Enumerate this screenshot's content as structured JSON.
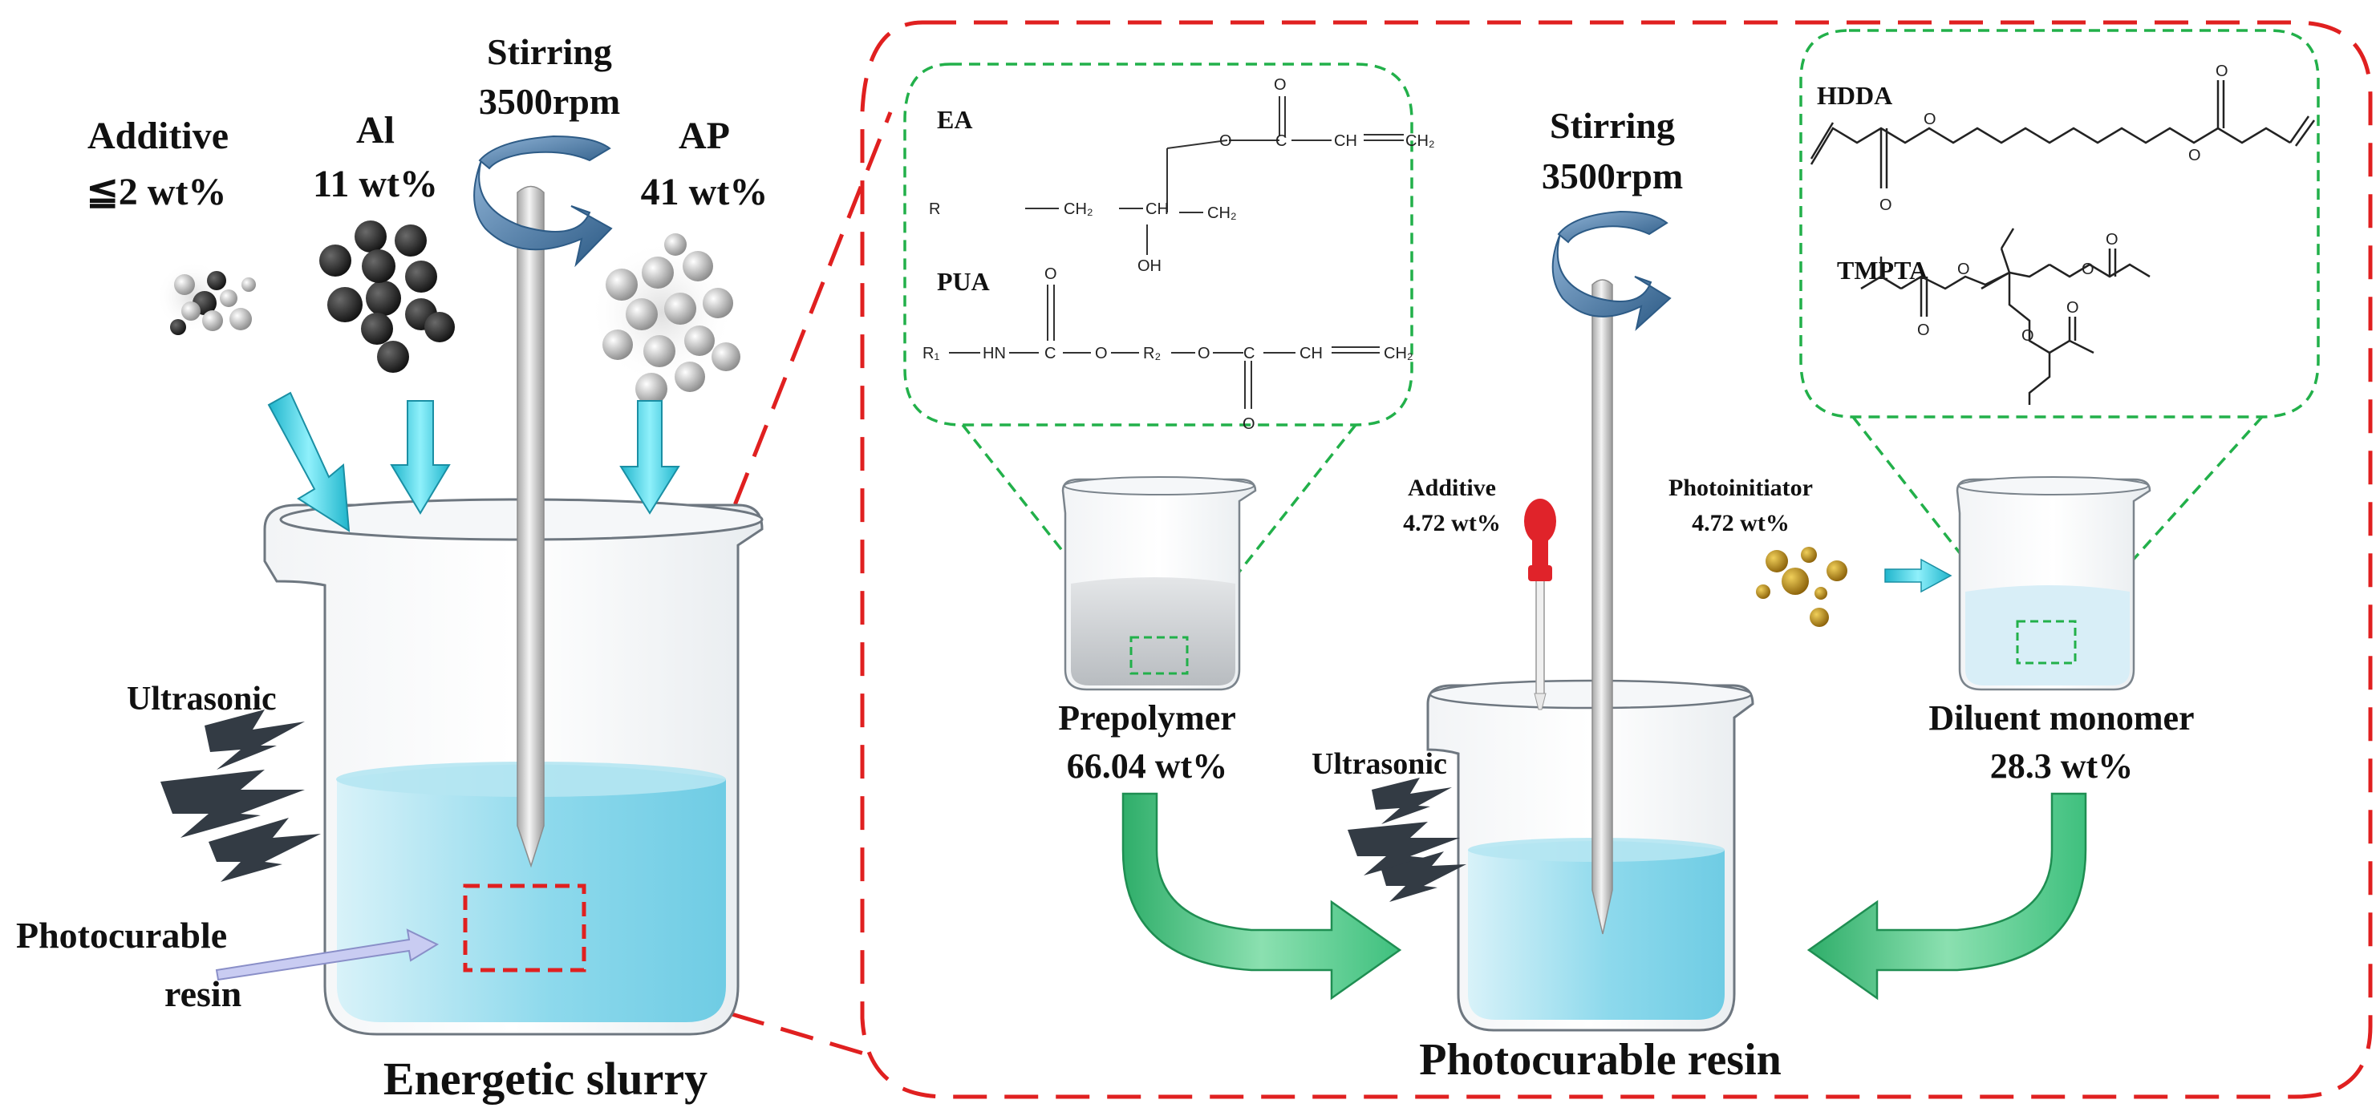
{
  "left_panel": {
    "additive_label": "Additive",
    "additive_amount": "≦2 wt%",
    "al_label": "Al",
    "al_amount": "11 wt%",
    "ap_label": "AP",
    "ap_amount": "41 wt%",
    "stirring_label": "Stirring",
    "stirring_speed": "3500rpm",
    "ultrasonic_label": "Ultrasonic",
    "resin_label_line1": "Photocurable",
    "resin_label_line2": "resin",
    "caption": "Energetic slurry"
  },
  "right_panel": {
    "stirring_label": "Stirring",
    "stirring_speed": "3500rpm",
    "ultrasonic_label": "Ultrasonic",
    "additive_label": "Additive",
    "additive_amount": "4.72 wt%",
    "photoinitiator_label": "Photoinitiator",
    "photoinitiator_amount": "4.72 wt%",
    "prepolymer_label": "Prepolymer",
    "prepolymer_amount": "66.04 wt%",
    "diluent_label": "Diluent monomer",
    "diluent_amount": "28.3 wt%",
    "caption": "Photocurable resin"
  },
  "prepolymer_structures": {
    "ea_label": "EA",
    "pua_label": "PUA",
    "ea_atoms": [
      "O",
      "C",
      "CH",
      "CH₂",
      "O",
      "R",
      "CH₂",
      "CH",
      "CH₂",
      "OH"
    ],
    "pua_atoms": [
      "O",
      "R₁",
      "HN",
      "C",
      "O",
      "R₂",
      "O",
      "C",
      "CH",
      "CH₂",
      "O"
    ]
  },
  "diluent_structures": {
    "hdda_label": "HDDA",
    "tmpta_label": "TMPTA",
    "hdda_atoms": [
      "O",
      "O",
      "O",
      "O"
    ],
    "tmpta_atoms": [
      "O",
      "O",
      "O",
      "O",
      "O",
      "O"
    ]
  },
  "colors": {
    "liquid": "#7ed3e9",
    "liquid_light": "#d8f2f9",
    "zoom_frame": "#e02020",
    "zoom_callout": "#22b04a",
    "inflow_arrow": "#2ad3e8",
    "flow_arrow": "#3fc07e",
    "stir_arrow": "#3c6fa0",
    "lightning": "#333b44",
    "dropper": "#e0232a",
    "photoinitiator_particle": "#b8860b"
  }
}
